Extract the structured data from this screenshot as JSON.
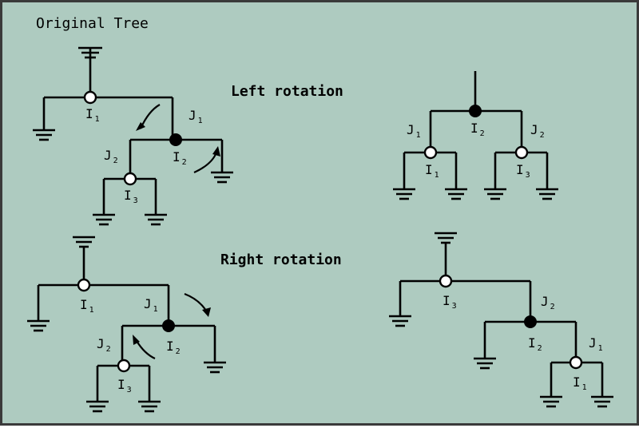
{
  "title": "Original Tree",
  "headings": {
    "left": "Left rotation",
    "right": "Right rotation"
  },
  "labels": {
    "original": {
      "i1": {
        "main": "I",
        "sub": "1"
      },
      "j1": {
        "main": "J",
        "sub": "1"
      },
      "i2": {
        "main": "I",
        "sub": "2"
      },
      "j2": {
        "main": "J",
        "sub": "2"
      },
      "i3": {
        "main": "I",
        "sub": "3"
      }
    },
    "left_result": {
      "i2": {
        "main": "I",
        "sub": "2"
      },
      "j1": {
        "main": "J",
        "sub": "1"
      },
      "j2": {
        "main": "J",
        "sub": "2"
      },
      "i1": {
        "main": "I",
        "sub": "1"
      },
      "i3": {
        "main": "I",
        "sub": "3"
      }
    },
    "right_source": {
      "i1": {
        "main": "I",
        "sub": "1"
      },
      "j1": {
        "main": "J",
        "sub": "1"
      },
      "i2": {
        "main": "I",
        "sub": "2"
      },
      "j2": {
        "main": "J",
        "sub": "2"
      },
      "i3": {
        "main": "I",
        "sub": "3"
      }
    },
    "right_result": {
      "i3": {
        "main": "I",
        "sub": "3"
      },
      "j2": {
        "main": "J",
        "sub": "2"
      },
      "i2": {
        "main": "I",
        "sub": "2"
      },
      "j1": {
        "main": "J",
        "sub": "1"
      },
      "i1": {
        "main": "I",
        "sub": "1"
      }
    }
  },
  "colors": {
    "background": "#aecbc0",
    "border": "#3a3a3a",
    "ink": "#000000"
  }
}
